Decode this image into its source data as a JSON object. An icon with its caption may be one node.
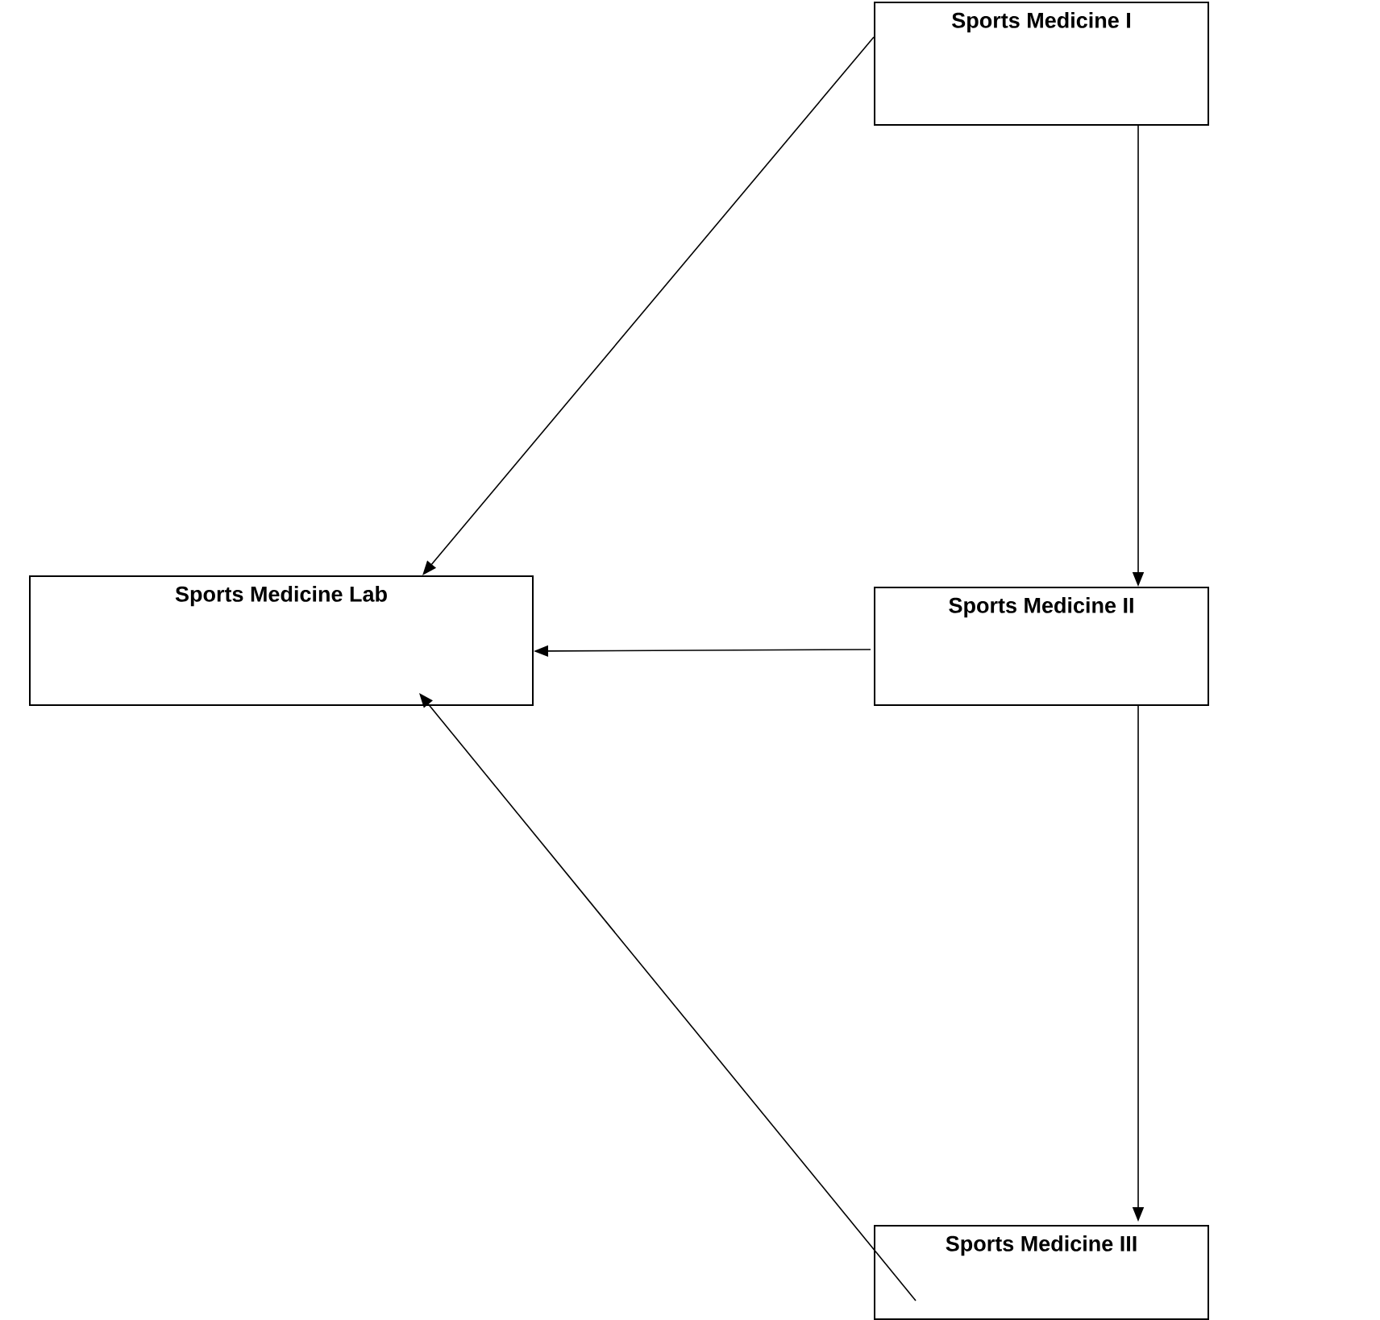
{
  "diagram": {
    "nodes": [
      {
        "text": [
          "Sports Medicine I"
        ]
      },
      {
        "text": [
          "Sports Medicine Lab"
        ]
      },
      {
        "text": [
          "Sports Medicine II"
        ]
      },
      {
        "text": [
          "Sports Medicine III"
        ]
      }
    ],
    "edges": [
      {
        "from": 0,
        "to": 1,
        "arrow": "to"
      },
      {
        "from": 0,
        "to": 2,
        "arrow": "to"
      },
      {
        "from": 2,
        "to": 1,
        "arrow": "to"
      },
      {
        "from": 3,
        "to": 1,
        "arrow": "to"
      },
      {
        "from": 2,
        "to": 3,
        "arrow": "to"
      }
    ]
  }
}
